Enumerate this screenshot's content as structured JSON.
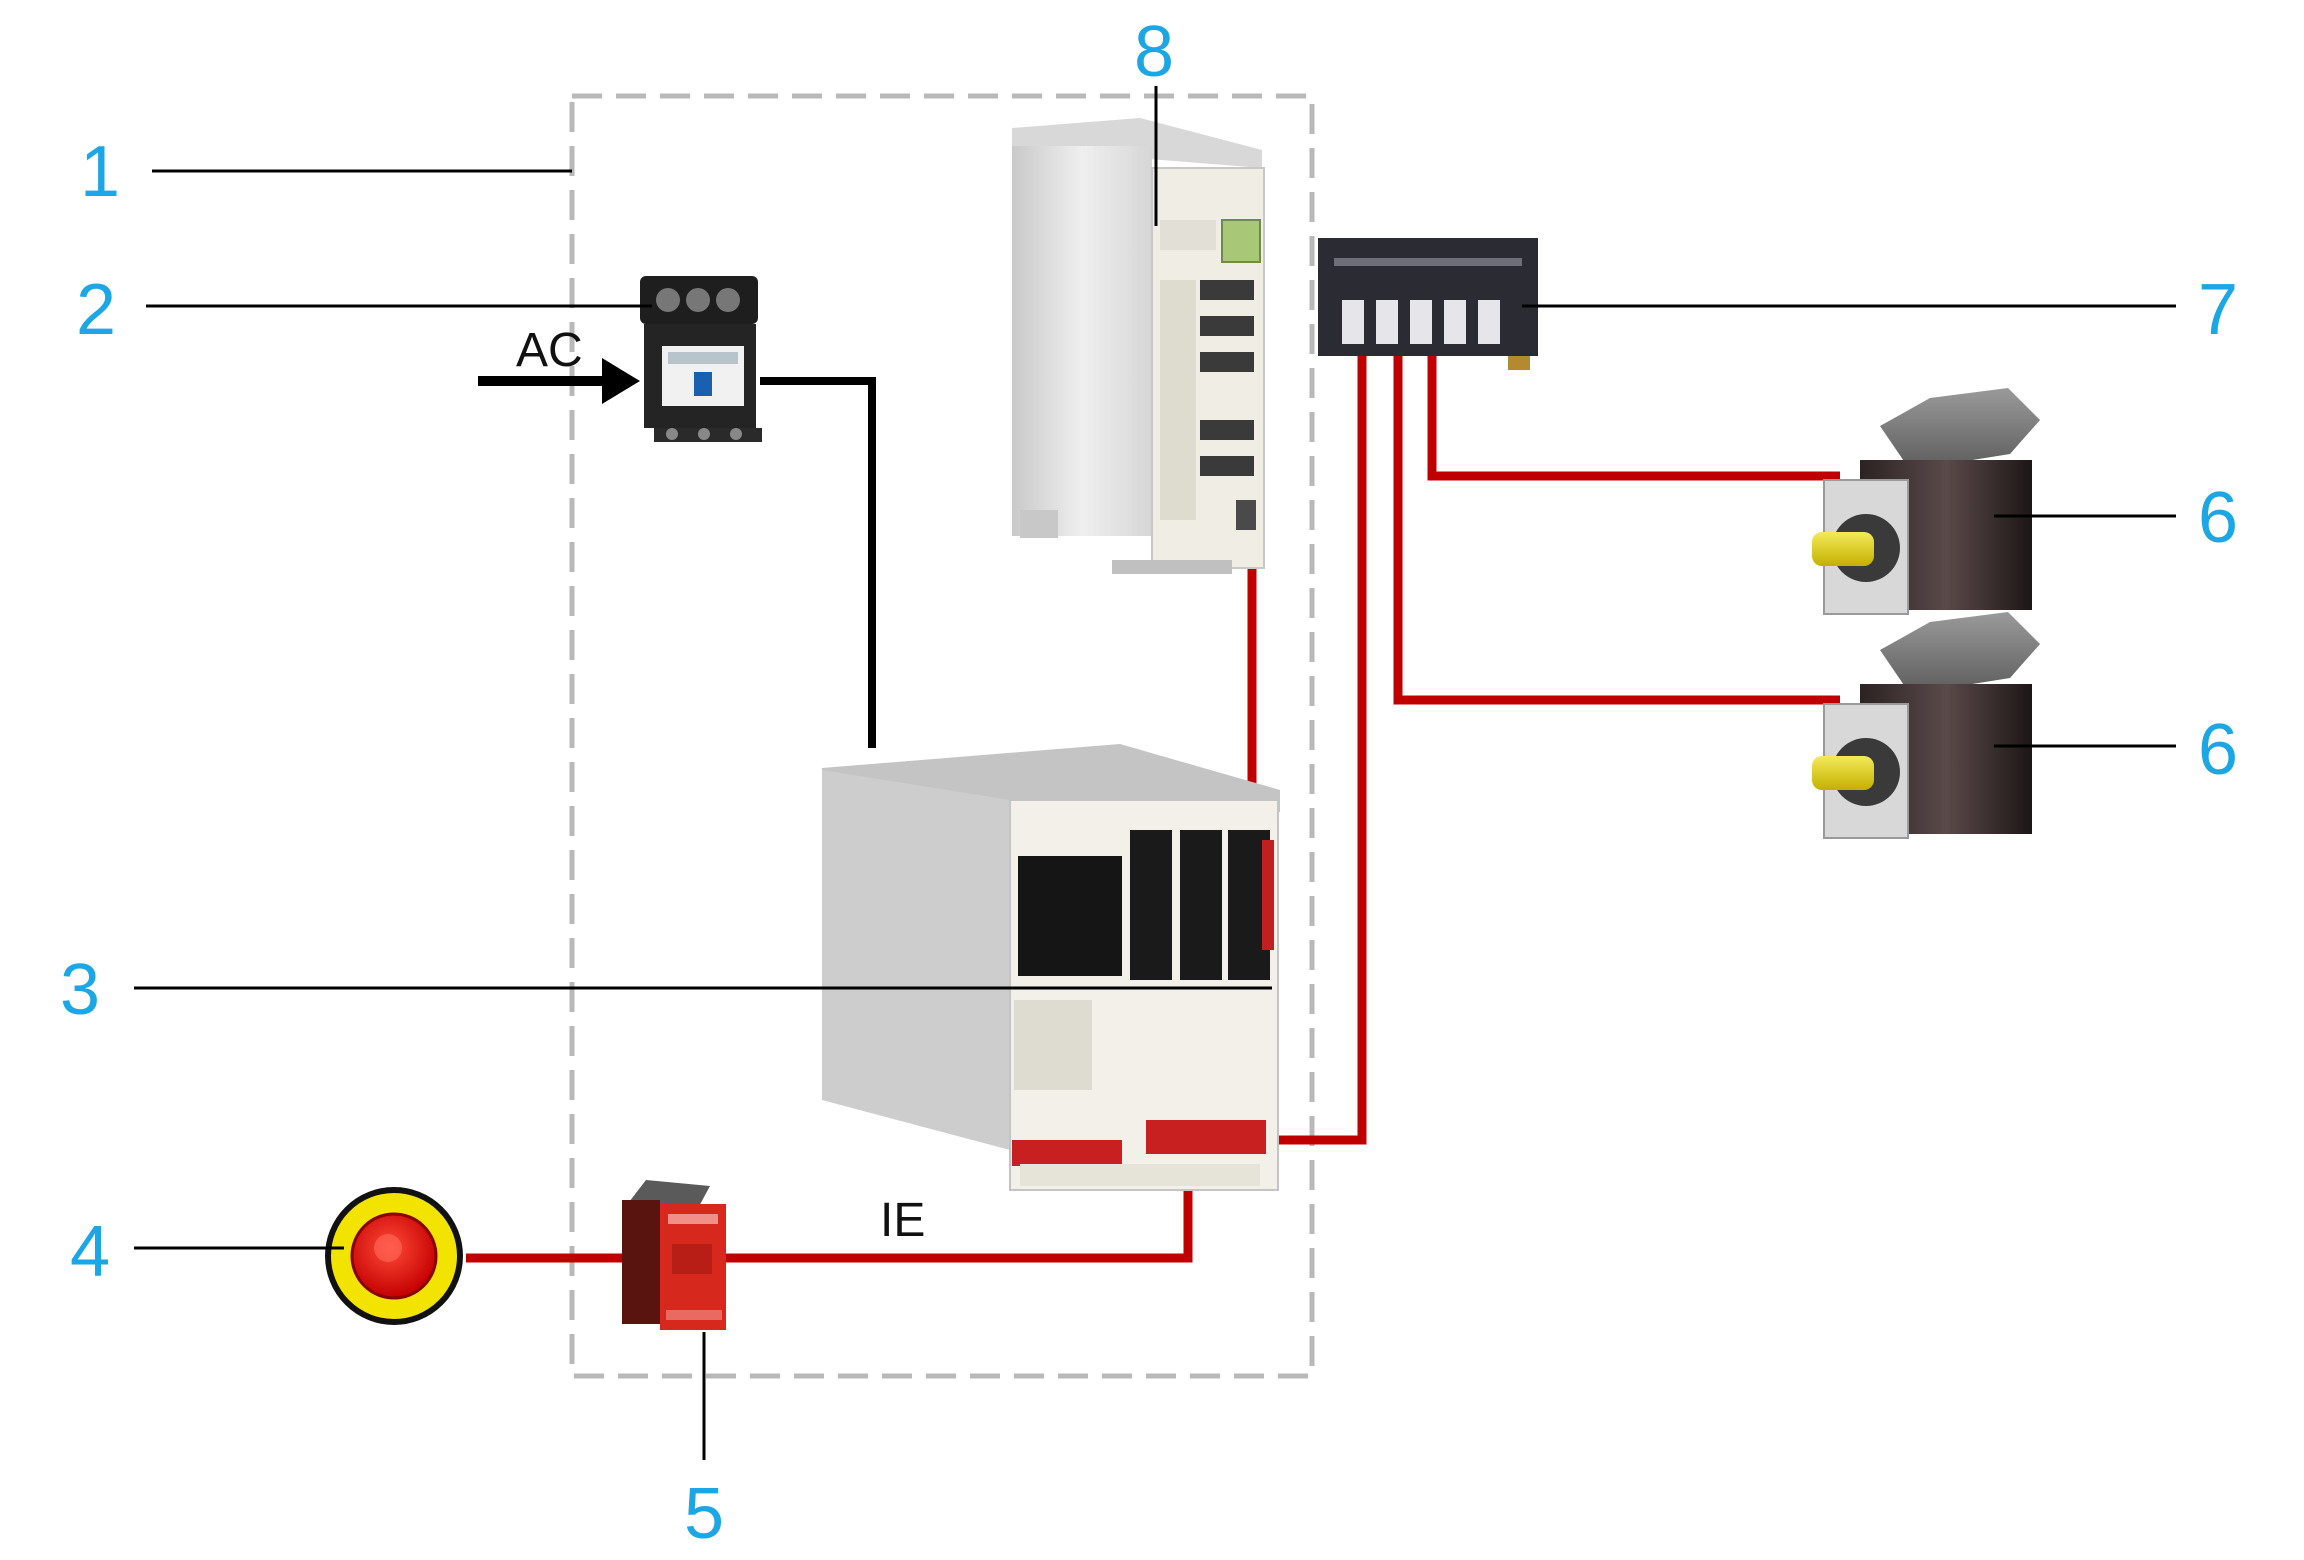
{
  "callouts": {
    "c1": "1",
    "c2": "2",
    "c3": "3",
    "c4": "4",
    "c5": "5",
    "c6a": "6",
    "c6b": "6",
    "c7": "7",
    "c8": "8"
  },
  "signals": {
    "ac": "AC",
    "ie": "IE"
  },
  "colors": {
    "callout": "#1ba6e6",
    "cable_red": "#c00000",
    "cable_black": "#000000",
    "enclosure_dash": "#b8b8b8"
  }
}
